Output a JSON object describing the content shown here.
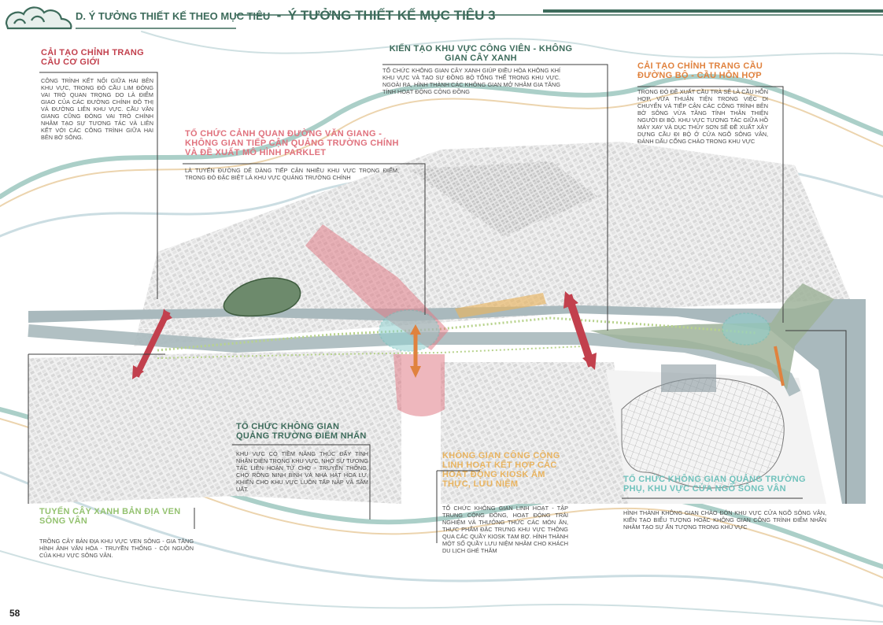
{
  "header": {
    "section_title": "D. Ý TƯỞNG THIẾT KẾ THEO MỤC TIÊU",
    "separator": "-",
    "goal_title": "Ý TƯỞNG THIẾT KẾ MỤC TIÊU 3"
  },
  "page_number": "58",
  "colors": {
    "teal": "#3d6b5b",
    "red": "#c2404d",
    "pink": "#e0727e",
    "orange": "#e0823e",
    "green": "#94c270",
    "cyan": "#70c2bc",
    "river": "#a9b9bd"
  },
  "annotations": [
    {
      "title": "CẢI TẠO CHỈNH TRANG CẦU CƠ GIỚI",
      "body": "CÔNG TRÌNH KẾT NỐI GIỮA HAI BÊN KHU VỰC, TRONG ĐÓ CẦU LIM ĐÓNG VAI TRÒ QUAN TRỌNG DO LÀ ĐIỂM GIAO CỦA CÁC ĐƯỜNG CHÍNH ĐÔ THỊ VÀ ĐƯỜNG LIÊN KHU VỰC. CẦU VĂN GIANG CŨNG ĐÓNG VAI TRÒ CHÍNH NHẰM TẠO SỰ TƯƠNG TÁC VÀ LIÊN KẾT VỚI CÁC CÔNG TRÌNH GIỮA HAI BÊN BỜ SÔNG."
    },
    {
      "title": "KIẾN TẠO KHU VỰC CÔNG VIÊN - KHÔNG GIAN CÂY XANH",
      "body": "TỔ CHỨC KHÔNG GIAN CÂY XANH GIÚP ĐIỀU HÒA KHÔNG KHÍ KHU VỰC VÀ TẠO SỰ ĐỒNG BỘ TỔNG THỂ TRONG KHU VỰC. NGOÀI RA, HÌNH THÀNH CÁC KHÔNG GIAN MỞ NHẰM GIA TĂNG TÍNH HOẠT ĐỘNG CỘNG ĐỒNG"
    },
    {
      "title": "CẢI TẠO CHỈNH TRANG CẦU ĐƯỜNG BỘ - CẦU HỖN HỢP",
      "body": "TRONG ĐÓ ĐỀ XUẤT CẦU TRÀ SẼ LÀ CẦU HỖN HỢP, VỪA THUẬN TIỆN TRONG VIỆC DI CHUYỂN VÀ TIẾP CẬN CÁC CÔNG TRÌNH BÊN BỜ SÔNG VỪA TĂNG TÍNH THÂN THIỆN NGƯỜI ĐI BỘ. KHU VỰC TƯƠNG TÁC GIỮA HỒ MÁY XAY VÀ DỤC THỦY SƠN SẼ ĐỀ XUẤT XÂY DỰNG CẦU ĐI BỘ Ở CỬA NGÕ SÔNG VÂN, ĐÁNH DẤU CỔNG CHÀO TRONG KHU VỰC"
    },
    {
      "title": "TỔ CHỨC CẢNH QUAN ĐƯỜNG VĂN GIANG - KHÔNG GIAN TIẾP CẬN QUẢNG TRƯỜNG CHÍNH VÀ ĐỀ XUẤT MÔ HÌNH PARKLET",
      "body": "LÀ TUYẾN ĐƯỜNG DỄ DÀNG TIẾP CẬN NHIỀU KHU VỰC TRỌNG ĐIỂM, TRONG ĐÓ ĐẶC BIỆT LÀ KHU VỰC QUẢNG TRƯỜNG CHÍNH"
    },
    {
      "title": "TỔ CHỨC KHÔNG GIAN QUẢNG TRƯỜNG ĐIỂM NHẤN",
      "body": "KHU VỰC CÓ TIỀM NĂNG THÚC ĐẨY TÍNH NHẬN DIỆN TRONG KHU VỰC, NHỜ SỰ TƯƠNG TÁC LIÊN HOÀN TỪ CHỢ - TRUYỀN THỐNG, CHỢ RỒNG NINH BÌNH VÀ NHÀ HÁT HOA LƯ, KHIẾN CHO KHU VỰC LUÔN TẤP NẬP VÀ SẦM UẤT."
    },
    {
      "title": "KHÔNG GIAN CÔNG CỘNG LINH HOẠT KẾT HỢP CÁC HOẠT ĐỘNG KIOSK ẨM THỰC, LƯU NIỆM",
      "body": "TỔ CHỨC KHÔNG GIAN LINH HOẠT - TẬP TRUNG CỘNG ĐỒNG, HOẠT ĐỘNG TRẢI NGHIỆM VÀ THƯỞNG THỨC CÁC MÓN ĂN, THỰC PHẨM ĐẶC TRƯNG KHU VỰC THÔNG QUA CÁC QUẦY KIOSK TẠM BỢ. HÌNH THÀNH MỘT SỐ QUẦY LƯU NIỆM NHẰM CHO KHÁCH DU LỊCH GHÉ THĂM"
    },
    {
      "title": "TUYẾN CÂY XANH BẢN ĐỊA VEN SÔNG VÂN",
      "body": "TRỒNG CÂY BẢN ĐỊA KHU VỰC VEN SÔNG - GIA TĂNG HÌNH ẢNH VĂN HÓA - TRUYỀN THỐNG - CỘI NGUỒN CỦA KHU VỰC SÔNG VÂN."
    },
    {
      "title": "TỔ CHỨC KHÔNG GIAN QUẢNG TRƯỜNG PHỤ, KHU VỰC CỬA NGÕ SÔNG VÂN",
      "body": "HÌNH THÀNH KHÔNG GIAN CHÀO ĐÓN KHU VỰC CỬA NGÕ SÔNG VÂN, KIẾN TẠO BIỂU TƯỢNG HOẶC KHÔNG GIAN CÔNG TRÌNH ĐIỂM NHẤN NHẰM TẠO SỰ ẤN TƯỢNG TRONG KHU VỰC"
    }
  ]
}
